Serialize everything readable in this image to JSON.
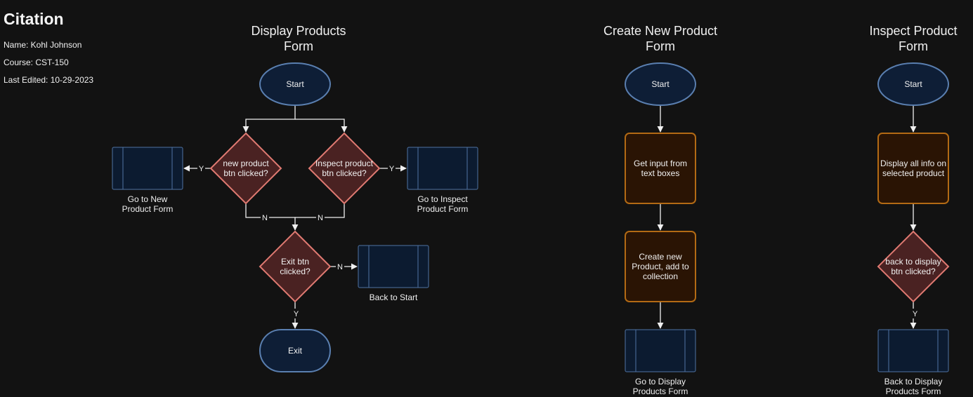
{
  "citation": {
    "title": "Citation",
    "name": "Name: Kohl Johnson",
    "course": "Course: CST-150",
    "last_edited": "Last Edited: 10-29-2023"
  },
  "sections": {
    "display": {
      "title": [
        "Display Products",
        "Form"
      ],
      "start": "Start",
      "new_decision": [
        "new product",
        "btn clicked?"
      ],
      "inspect_decision": [
        "Inspect product",
        "btn clicked?"
      ],
      "go_new": [
        "Go to New",
        "Product Form"
      ],
      "go_inspect": [
        "Go to Inspect",
        "Product Form"
      ],
      "exit_decision": [
        "Exit btn",
        "clicked?"
      ],
      "back_start": [
        "Back to Start"
      ],
      "exit": "Exit"
    },
    "create": {
      "title": [
        "Create New Product",
        "Form"
      ],
      "start": "Start",
      "get_input": [
        "Get input from",
        "text boxes"
      ],
      "create_product": [
        "Create new",
        "Product, add to",
        "collection"
      ],
      "go_display": [
        "Go to Display",
        "Products Form"
      ]
    },
    "inspect": {
      "title": [
        "Inspect Product",
        "Form"
      ],
      "start": "Start",
      "display_info": [
        "Display all info on",
        "selected product"
      ],
      "back_decision": [
        "back to display",
        "btn clicked?"
      ],
      "back_display": [
        "Back to Display",
        "Products Form"
      ]
    }
  },
  "edge_labels": {
    "yes": "Y",
    "no": "N"
  },
  "colors": {
    "background": "#121212",
    "terminal_fill": "#0e1e36",
    "terminal_stroke": "#5a7fb0",
    "decision_fill": "#4a2222",
    "decision_stroke": "#e07a72",
    "process_fill": "#2a1404",
    "process_stroke": "#b36a14",
    "subprocess_fill": "#0c1b30",
    "subprocess_stroke": "#4f73a3",
    "edge": "#f0f0f0"
  }
}
